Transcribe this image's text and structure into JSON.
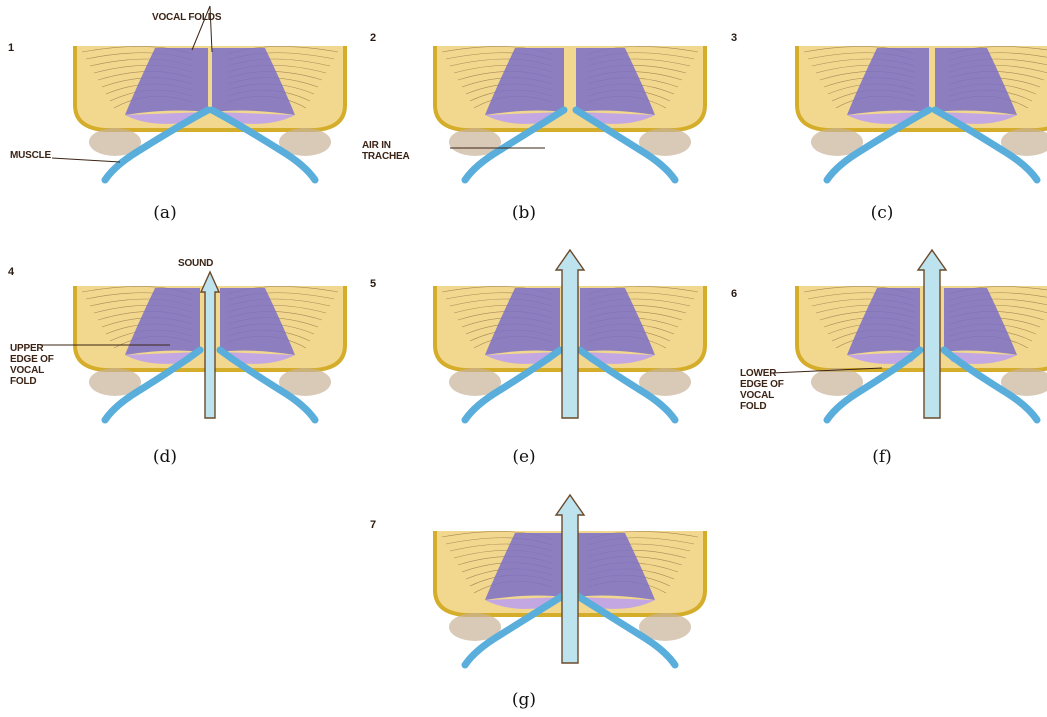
{
  "panels": [
    {
      "number": "1",
      "caption": "(a)"
    },
    {
      "number": "2",
      "caption": "(b)"
    },
    {
      "number": "3",
      "caption": "(c)"
    },
    {
      "number": "4",
      "caption": "(d)"
    },
    {
      "number": "5",
      "caption": "(e)"
    },
    {
      "number": "6",
      "caption": "(f)"
    },
    {
      "number": "7",
      "caption": "(g)"
    }
  ],
  "labels": {
    "vocal_folds": "VOCAL FOLDS",
    "muscle": "MUSCLE",
    "air_in_trachea": "AIR IN\nTRACHEA",
    "sound": "SOUND",
    "upper_edge": "UPPER\nEDGE OF\nVOCAL\nFOLD",
    "lower_edge": "LOWER\nEDGE OF\nVOCAL\nFOLD"
  },
  "colors": {
    "cartilage": "#f2d78e",
    "cartilage_outline": "#d4ad2a",
    "fold": "#7b6fc9",
    "fold_light": "#c3a7e2",
    "airway": "#5aaedb",
    "airflow": "#bde3ef",
    "muscle": "#c9b39a",
    "line_art": "#6b4a2a"
  },
  "icons": [
    "up-arrow-icon"
  ]
}
